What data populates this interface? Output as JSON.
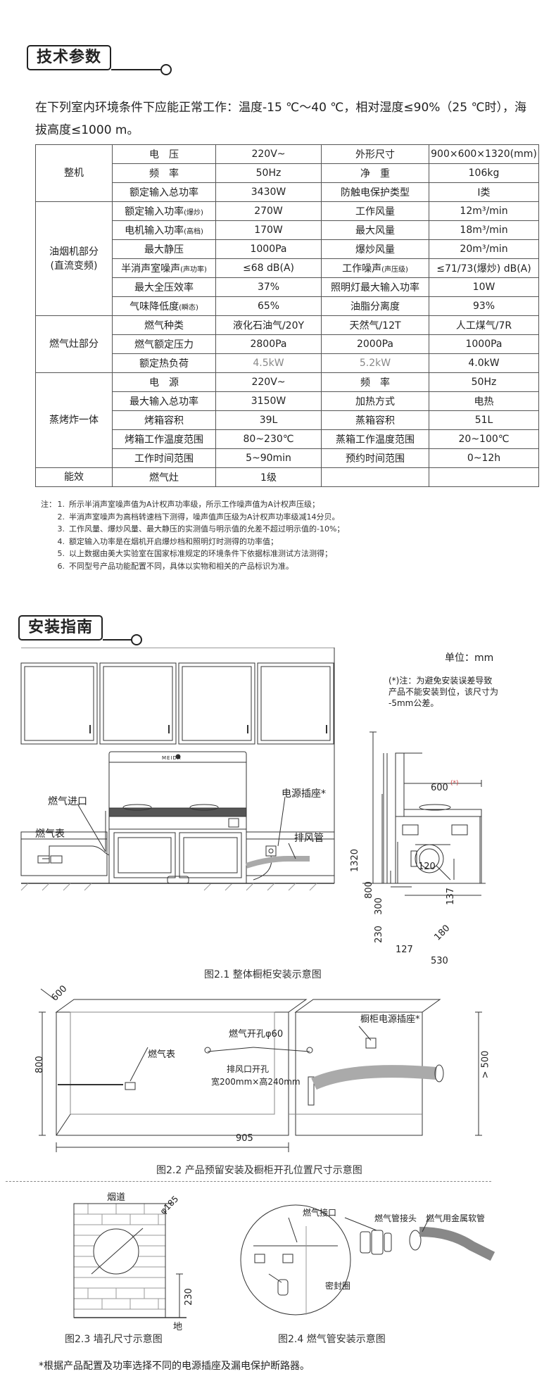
{
  "tech": {
    "title": "技术参数",
    "intro": "在下列室内环境条件下应能正常工作：温度-15 ℃～40 ℃，相对湿度≤90%（25 ℃时），海拔高度≤1000 m。",
    "rows": [
      {
        "group": "整机",
        "label": "电　压",
        "value": "220V~",
        "label2": "外形尺寸",
        "value2": "900×600×1320(mm)"
      },
      {
        "group": "",
        "label": "频　率",
        "value": "50Hz",
        "label2": "净　重",
        "value2": "106kg"
      },
      {
        "group": "",
        "label": "额定输入总功率",
        "value": "3430W",
        "label2": "防触电保护类型",
        "value2": "Ⅰ类"
      },
      {
        "group": "油烟机部分\n(直流变频)",
        "label": "额定输入功率",
        "note": "(爆炒)",
        "value": "270W",
        "label2": "工作风量",
        "value2": "12m³/min"
      },
      {
        "group": "",
        "label": "电机输入功率",
        "note": "(高档)",
        "value": "170W",
        "label2": "最大风量",
        "value2": "18m³/min"
      },
      {
        "group": "",
        "label": "最大静压",
        "value": "1000Pa",
        "label2": "爆炒风量",
        "value2": "20m³/min"
      },
      {
        "group": "",
        "label": "半消声室噪声",
        "note": "(声功率)",
        "value": "≤68 dB(A)",
        "label2": "工作噪声",
        "note2": "(声压级)",
        "value2": "≤71/73(爆炒) dB(A)"
      },
      {
        "group": "",
        "label": "最大全压效率",
        "value": "37%",
        "label2": "照明灯最大输入功率",
        "value2": "10W"
      },
      {
        "group": "",
        "label": "气味降低度",
        "note": "(瞬态)",
        "value": "65%",
        "label2": "油脂分离度",
        "value2": "93%"
      },
      {
        "group": "燃气灶部分",
        "label": "燃气种类",
        "value": "液化石油气/20Y",
        "label2": "天然气/12T",
        "value2": "人工煤气/7R"
      },
      {
        "group": "",
        "label": "燃气额定压力",
        "value": "2800Pa",
        "label2": "2000Pa",
        "value2": "1000Pa"
      },
      {
        "group": "",
        "label": "额定热负荷",
        "value": "4.5kW",
        "label2": "5.2kW",
        "value2": "4.0kW"
      },
      {
        "group": "蒸烤炸一体",
        "label": "电　源",
        "value": "220V~",
        "label2": "频　率",
        "value2": "50Hz"
      },
      {
        "group": "",
        "label": "最大输入总功率",
        "value": "3150W",
        "label2": "加热方式",
        "value2": "电热"
      },
      {
        "group": "",
        "label": "烤箱容积",
        "value": "39L",
        "label2": "蒸箱容积",
        "value2": "51L"
      },
      {
        "group": "",
        "label": "烤箱工作温度范围",
        "value": "80~230℃",
        "label2": "蒸箱工作温度范围",
        "value2": "20~100℃"
      },
      {
        "group": "",
        "label": "工作时间范围",
        "value": "5~90min",
        "label2": "预约时间范围",
        "value2": "0~12h"
      },
      {
        "group": "能效",
        "label": "燃气灶",
        "value": "1级",
        "label2": "",
        "value2": ""
      }
    ],
    "notes_prefix": "注：",
    "notes": [
      "所示半消声室噪声值为A计权声功率级，所示工作噪声值为A计权声压级；",
      "半消声室噪声为高档转速档下测得，噪声值声压级为A计权声功率级减14分贝。",
      "工作风量、爆炒风量、最大静压的实测值与明示值的允差不超过明示值的-10%；",
      "额定输入功率是在烟机开启爆炒档和照明灯时测得的功率值；",
      "以上数据由美大实验室在国家标准规定的环境条件下依据标准测试方法测得；",
      "不同型号产品功能配置不同，具体以实物和相关的产品标识为准。"
    ]
  },
  "install": {
    "title": "安装指南",
    "unit": "单位：mm",
    "star_note": [
      "(*)注：为避免安装误差导致",
      "产品不能安装到位，该尺寸为",
      "-5mm公差。"
    ],
    "fig1": {
      "logo": "MEIDA",
      "gas_inlet": "燃气进口",
      "gas_meter": "燃气表",
      "socket": "电源插座*",
      "exhaust": "排风管",
      "dims": {
        "h_total": "1320",
        "h_800": "800",
        "h_300": "300",
        "h_230": "230",
        "w_600": "600",
        "w_600_mark": "(*)",
        "d_120": "120",
        "d_137": "137",
        "d_180": "180",
        "d_127": "127",
        "d_530": "530"
      },
      "caption": "图2.1  整体橱柜安装示意图"
    },
    "fig2": {
      "dim_600": "600",
      "dim_800": "800",
      "dim_905": "905",
      "dim_500": "> 500",
      "gas_hole": "燃气开孔φ60",
      "gas_meter": "燃气表",
      "exhaust_hole": "排风口开孔",
      "exhaust_size": "宽200mm×高240mm",
      "socket": "橱柜电源插座*",
      "caption": "图2.2  产品预留安装及橱柜开孔位置尺寸示意图"
    },
    "fig3": {
      "flue": "烟道",
      "dia": "φ185",
      "h": "230",
      "ground": "地",
      "caption": "图2.3 墙孔尺寸示意图"
    },
    "fig4": {
      "gas_port": "燃气接口",
      "gasket": "密封圈",
      "joint": "燃气管接头",
      "hose": "燃气用金属软管",
      "caption": "图2.4 燃气管安装示意图"
    },
    "footnote": "*根据产品配置及功率选择不同的电源插座及漏电保护断路器。"
  }
}
